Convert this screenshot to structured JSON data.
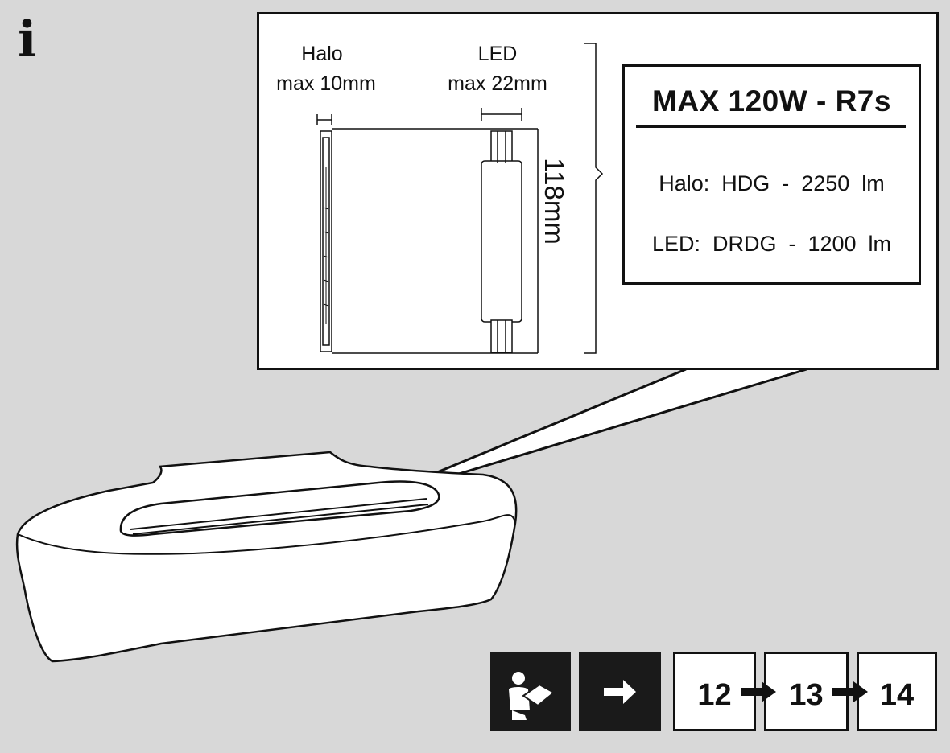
{
  "info_icon": "i",
  "halo": {
    "name": "Halo",
    "max": "max 10mm"
  },
  "led": {
    "name": "LED",
    "max": "max 22mm"
  },
  "length": "118mm",
  "spec": {
    "title": "MAX 120W - R7s",
    "halo_line": "Halo:  HDG  -  2250  lm",
    "led_line": "LED:  DRDG  -  1200  lm"
  },
  "steps": [
    "12",
    "13",
    "14"
  ],
  "icons": [
    "info-icon",
    "reading-manual-icon",
    "arrow-right-icon"
  ]
}
